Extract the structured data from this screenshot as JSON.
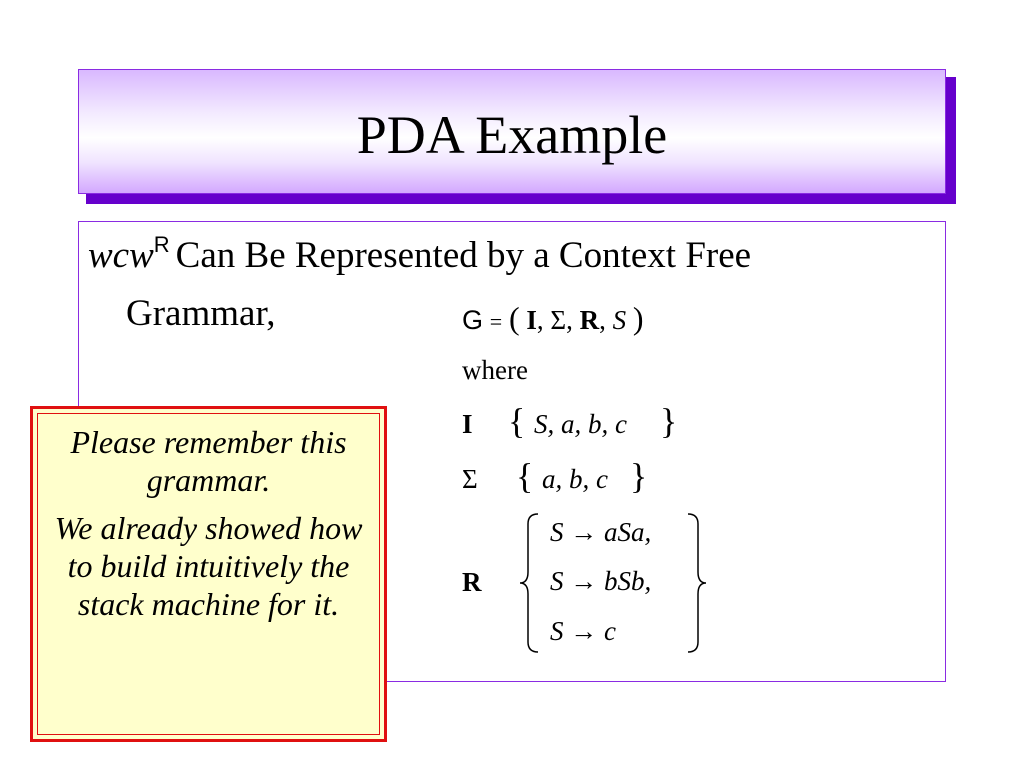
{
  "slide": {
    "title": "PDA Example",
    "intro": {
      "italic_part": "wcw",
      "superscript": "R",
      "rest_line1": "Can Be Represented by a Context Free",
      "line2": "Grammar,"
    },
    "grammar": {
      "g_letter": "G",
      "equals": "=",
      "lparen": "(",
      "rparen": ")",
      "tuple_I": "I",
      "tuple_sigma": "Σ",
      "tuple_R": "R",
      "tuple_S": "S",
      "comma": ",",
      "where": "where",
      "I_label": "I",
      "I_set": "S, a, b, c",
      "sigma_label": "Σ",
      "sigma_set": "a, b, c",
      "R_label": "R",
      "rules": [
        "S → aSa,",
        "S → bSb,",
        "S → c"
      ]
    },
    "note": {
      "paragraph1": "Please remember this grammar.",
      "paragraph2": "We already showed how to build intuitively the stack machine for it."
    }
  }
}
